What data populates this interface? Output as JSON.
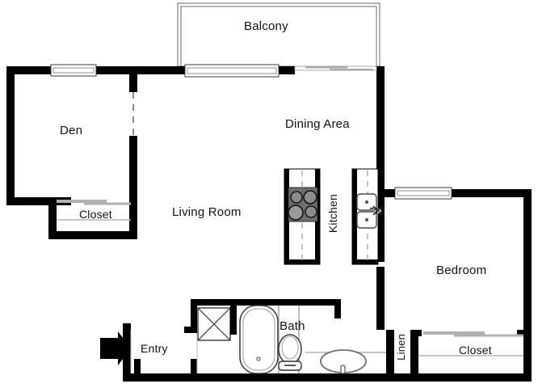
{
  "plan": {
    "title": "Apartment Floor Plan",
    "colors": {
      "wall": "#000000",
      "thin_line": "#9a9a9a",
      "fixture_stroke": "#4a4a4a",
      "stove_body": "#6e6e6e",
      "background": "#ffffff",
      "text": "#121212"
    }
  },
  "rooms": [
    {
      "key": "balcony",
      "label": "Balcony"
    },
    {
      "key": "den",
      "label": "Den"
    },
    {
      "key": "dining",
      "label": "Dining Area"
    },
    {
      "key": "living",
      "label": "Living Room"
    },
    {
      "key": "kitchen",
      "label": "Kitchen"
    },
    {
      "key": "bedroom",
      "label": "Bedroom"
    },
    {
      "key": "bath",
      "label": "Bath"
    },
    {
      "key": "entry",
      "label": "Entry"
    },
    {
      "key": "linen",
      "label": "Linen"
    },
    {
      "key": "closet_den",
      "label": "Closet"
    },
    {
      "key": "closet_bedroom",
      "label": "Closet"
    }
  ],
  "fixtures": [
    {
      "key": "stove",
      "label": "stove-4-burner"
    },
    {
      "key": "sink_kitchen",
      "label": "double-basin-sink"
    },
    {
      "key": "bathtub",
      "label": "bathtub"
    },
    {
      "key": "toilet",
      "label": "toilet"
    },
    {
      "key": "vanity_sink",
      "label": "oval-vanity-sink"
    },
    {
      "key": "storage",
      "label": "storage-square"
    },
    {
      "key": "entry_arrow",
      "label": "entrance-direction-arrow"
    }
  ],
  "openings": [
    {
      "key": "window_den",
      "label": "window"
    },
    {
      "key": "slider_balcony",
      "label": "sliding-glass-door"
    },
    {
      "key": "window_dining",
      "label": "window"
    },
    {
      "key": "window_bedroom",
      "label": "window"
    },
    {
      "key": "closet_doors_den",
      "label": "sliding-closet-doors"
    },
    {
      "key": "closet_doors_bed",
      "label": "sliding-closet-doors"
    },
    {
      "key": "door_den",
      "label": "opening-dashed"
    }
  ]
}
